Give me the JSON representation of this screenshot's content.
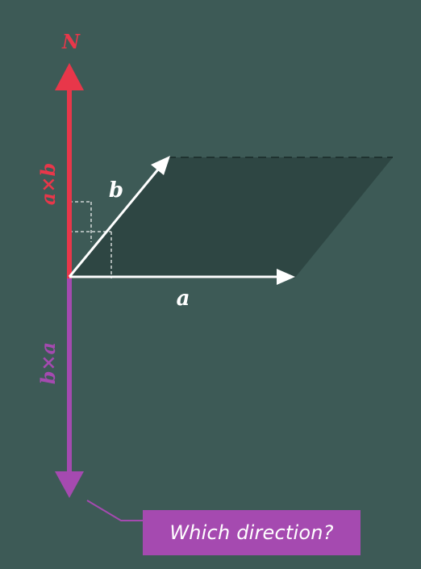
{
  "labels": {
    "normal": "N",
    "a_cross_b": "a×b",
    "b_cross_a": "b×a",
    "vector_a": "a",
    "vector_b": "b"
  },
  "callout": {
    "text": "Which direction?"
  },
  "colors": {
    "background": "#3d5a56",
    "parallelogram": "#2e4643",
    "vector": "#ffffff",
    "a_cross_b": "#e8374a",
    "b_cross_a": "#a54ab0"
  }
}
